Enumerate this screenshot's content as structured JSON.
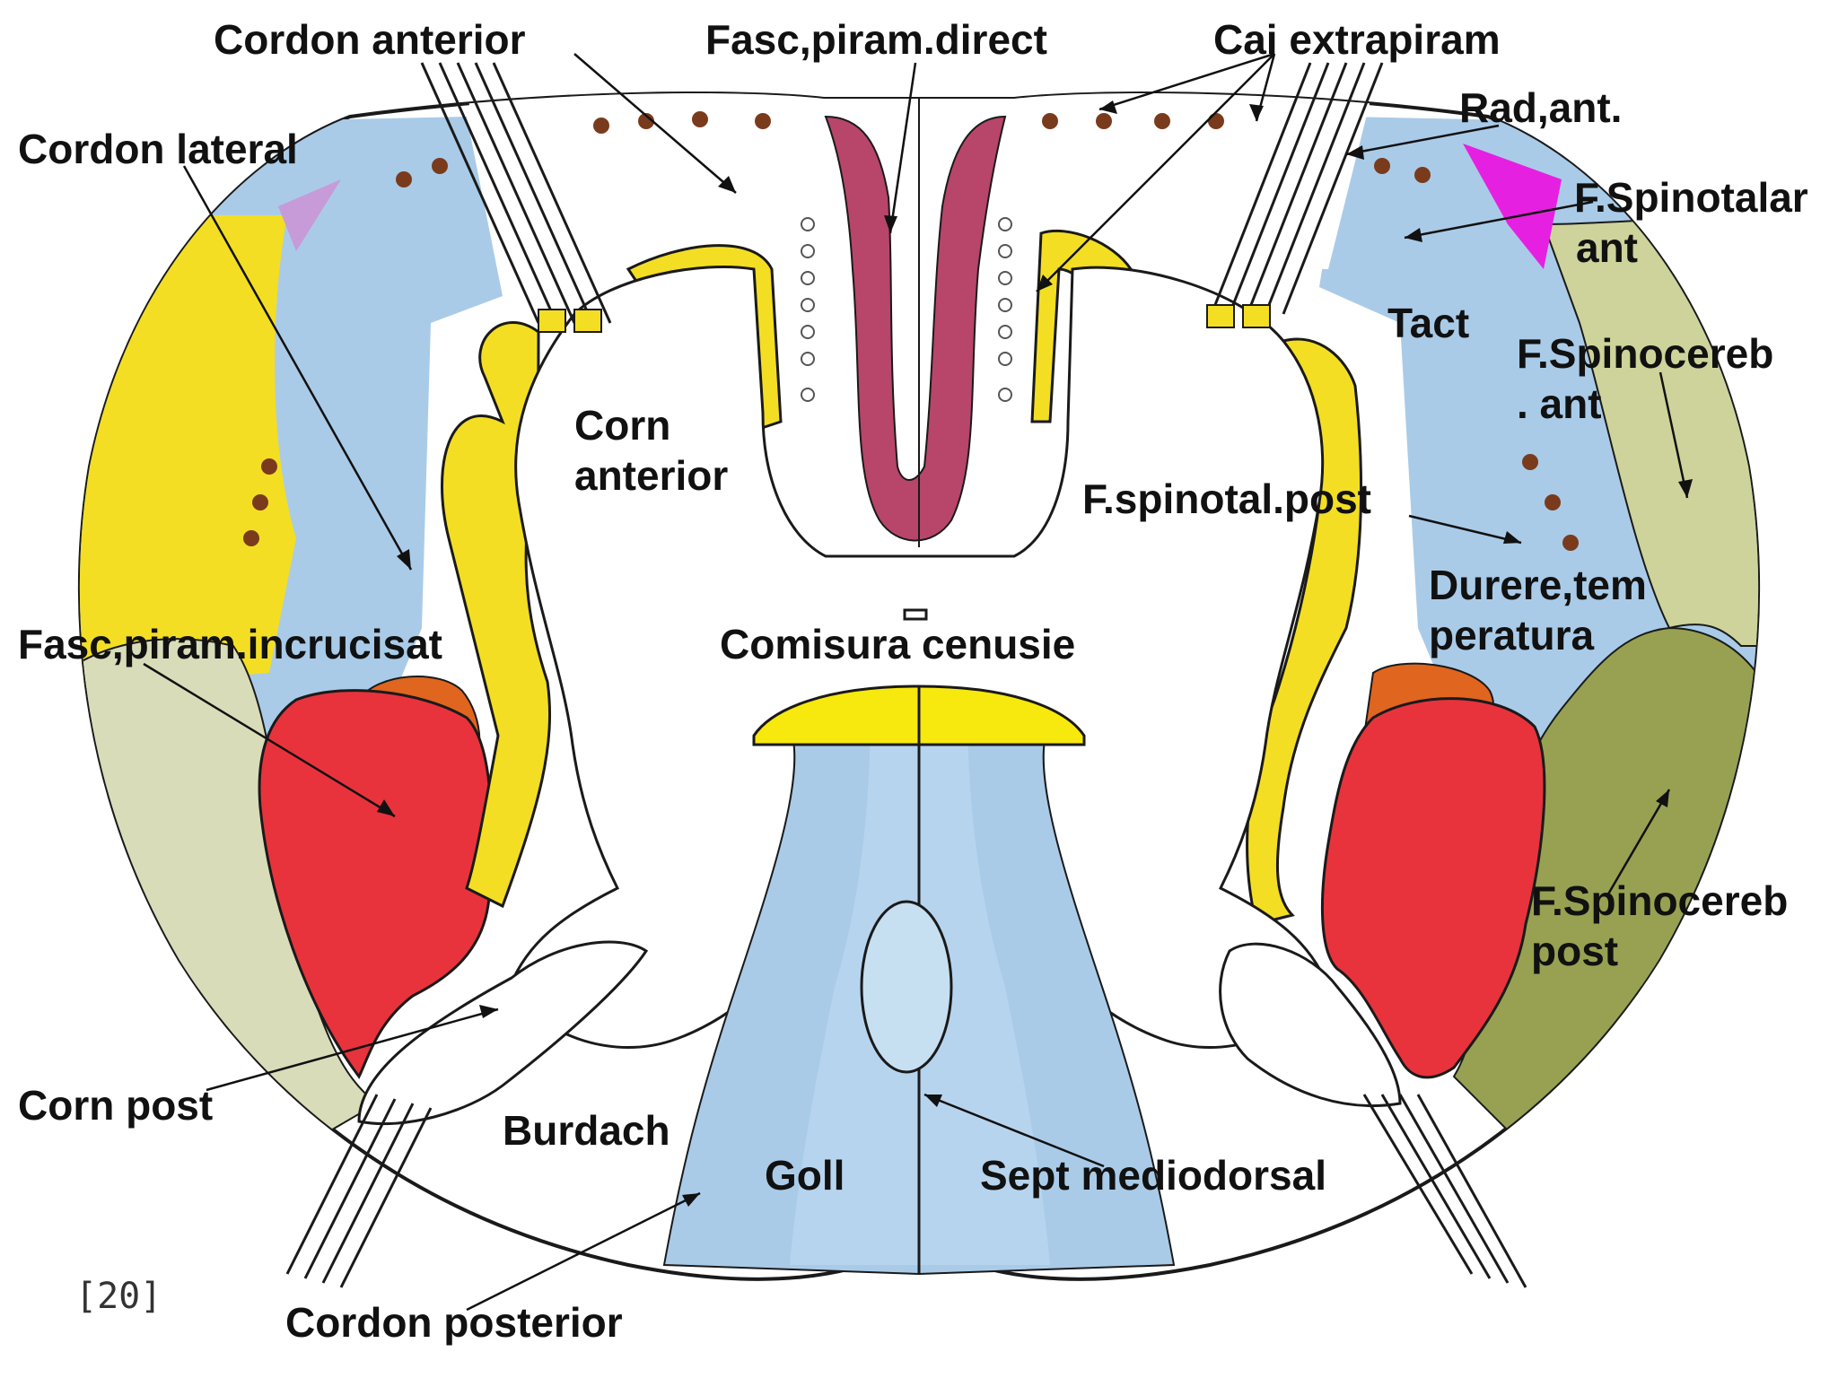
{
  "colors": {
    "background": "#ffffff",
    "white_matter_blue": "#a9cbe8",
    "pale_blue": "#c6dff1",
    "gray_white": "#ffffff",
    "yellow": "#f3de24",
    "bright_yellow": "#f7e80e",
    "pyramid_magenta": "#b8456a",
    "crossed_pyramid_red": "#e8333c",
    "orange": "#e0651e",
    "pale_olive": "#d9dcb8",
    "olive": "#97a151",
    "khaki": "#cdd39a",
    "magenta": "#e620e0",
    "lilac": "#c79ad8",
    "dot": "#7a3b1c",
    "outline": "#1a1a1a"
  },
  "labels": {
    "cordon_anterior": "Cordon anterior",
    "fasc_piram_direct": "Fasc,piram.direct",
    "cai_extrapiram": "Cai extrapiram",
    "rad_ant": "Rad,ant.",
    "cordon_lateral": "Cordon lateral",
    "f_spinotalar_ant_1": "F.Spinotalar",
    "f_spinotalar_ant_2": "ant",
    "tact": "Tact",
    "f_spinocereb_ant_1": "F.Spinocereb",
    "f_spinocereb_ant_2": ". ant",
    "corn_anterior_1": "Corn",
    "corn_anterior_2": "anterior",
    "f_spinotal_post": "F.spinotal.post",
    "durere_1": "Durere,tem",
    "durere_2": "peratura",
    "fasc_piram_incrucisat": "Fasc,piram.incrucisat",
    "comisura_cenusie": "Comisura cenusie",
    "f_spinocereb_post_1": "F.Spinocereb",
    "f_spinocereb_post_2": "post",
    "corn_post": "Corn post",
    "burdach": "Burdach",
    "goll": "Goll",
    "sept_mediodorsal": "Sept mediodorsal",
    "cordon_posterior": "Cordon posterior",
    "figure_number": "[20]"
  }
}
